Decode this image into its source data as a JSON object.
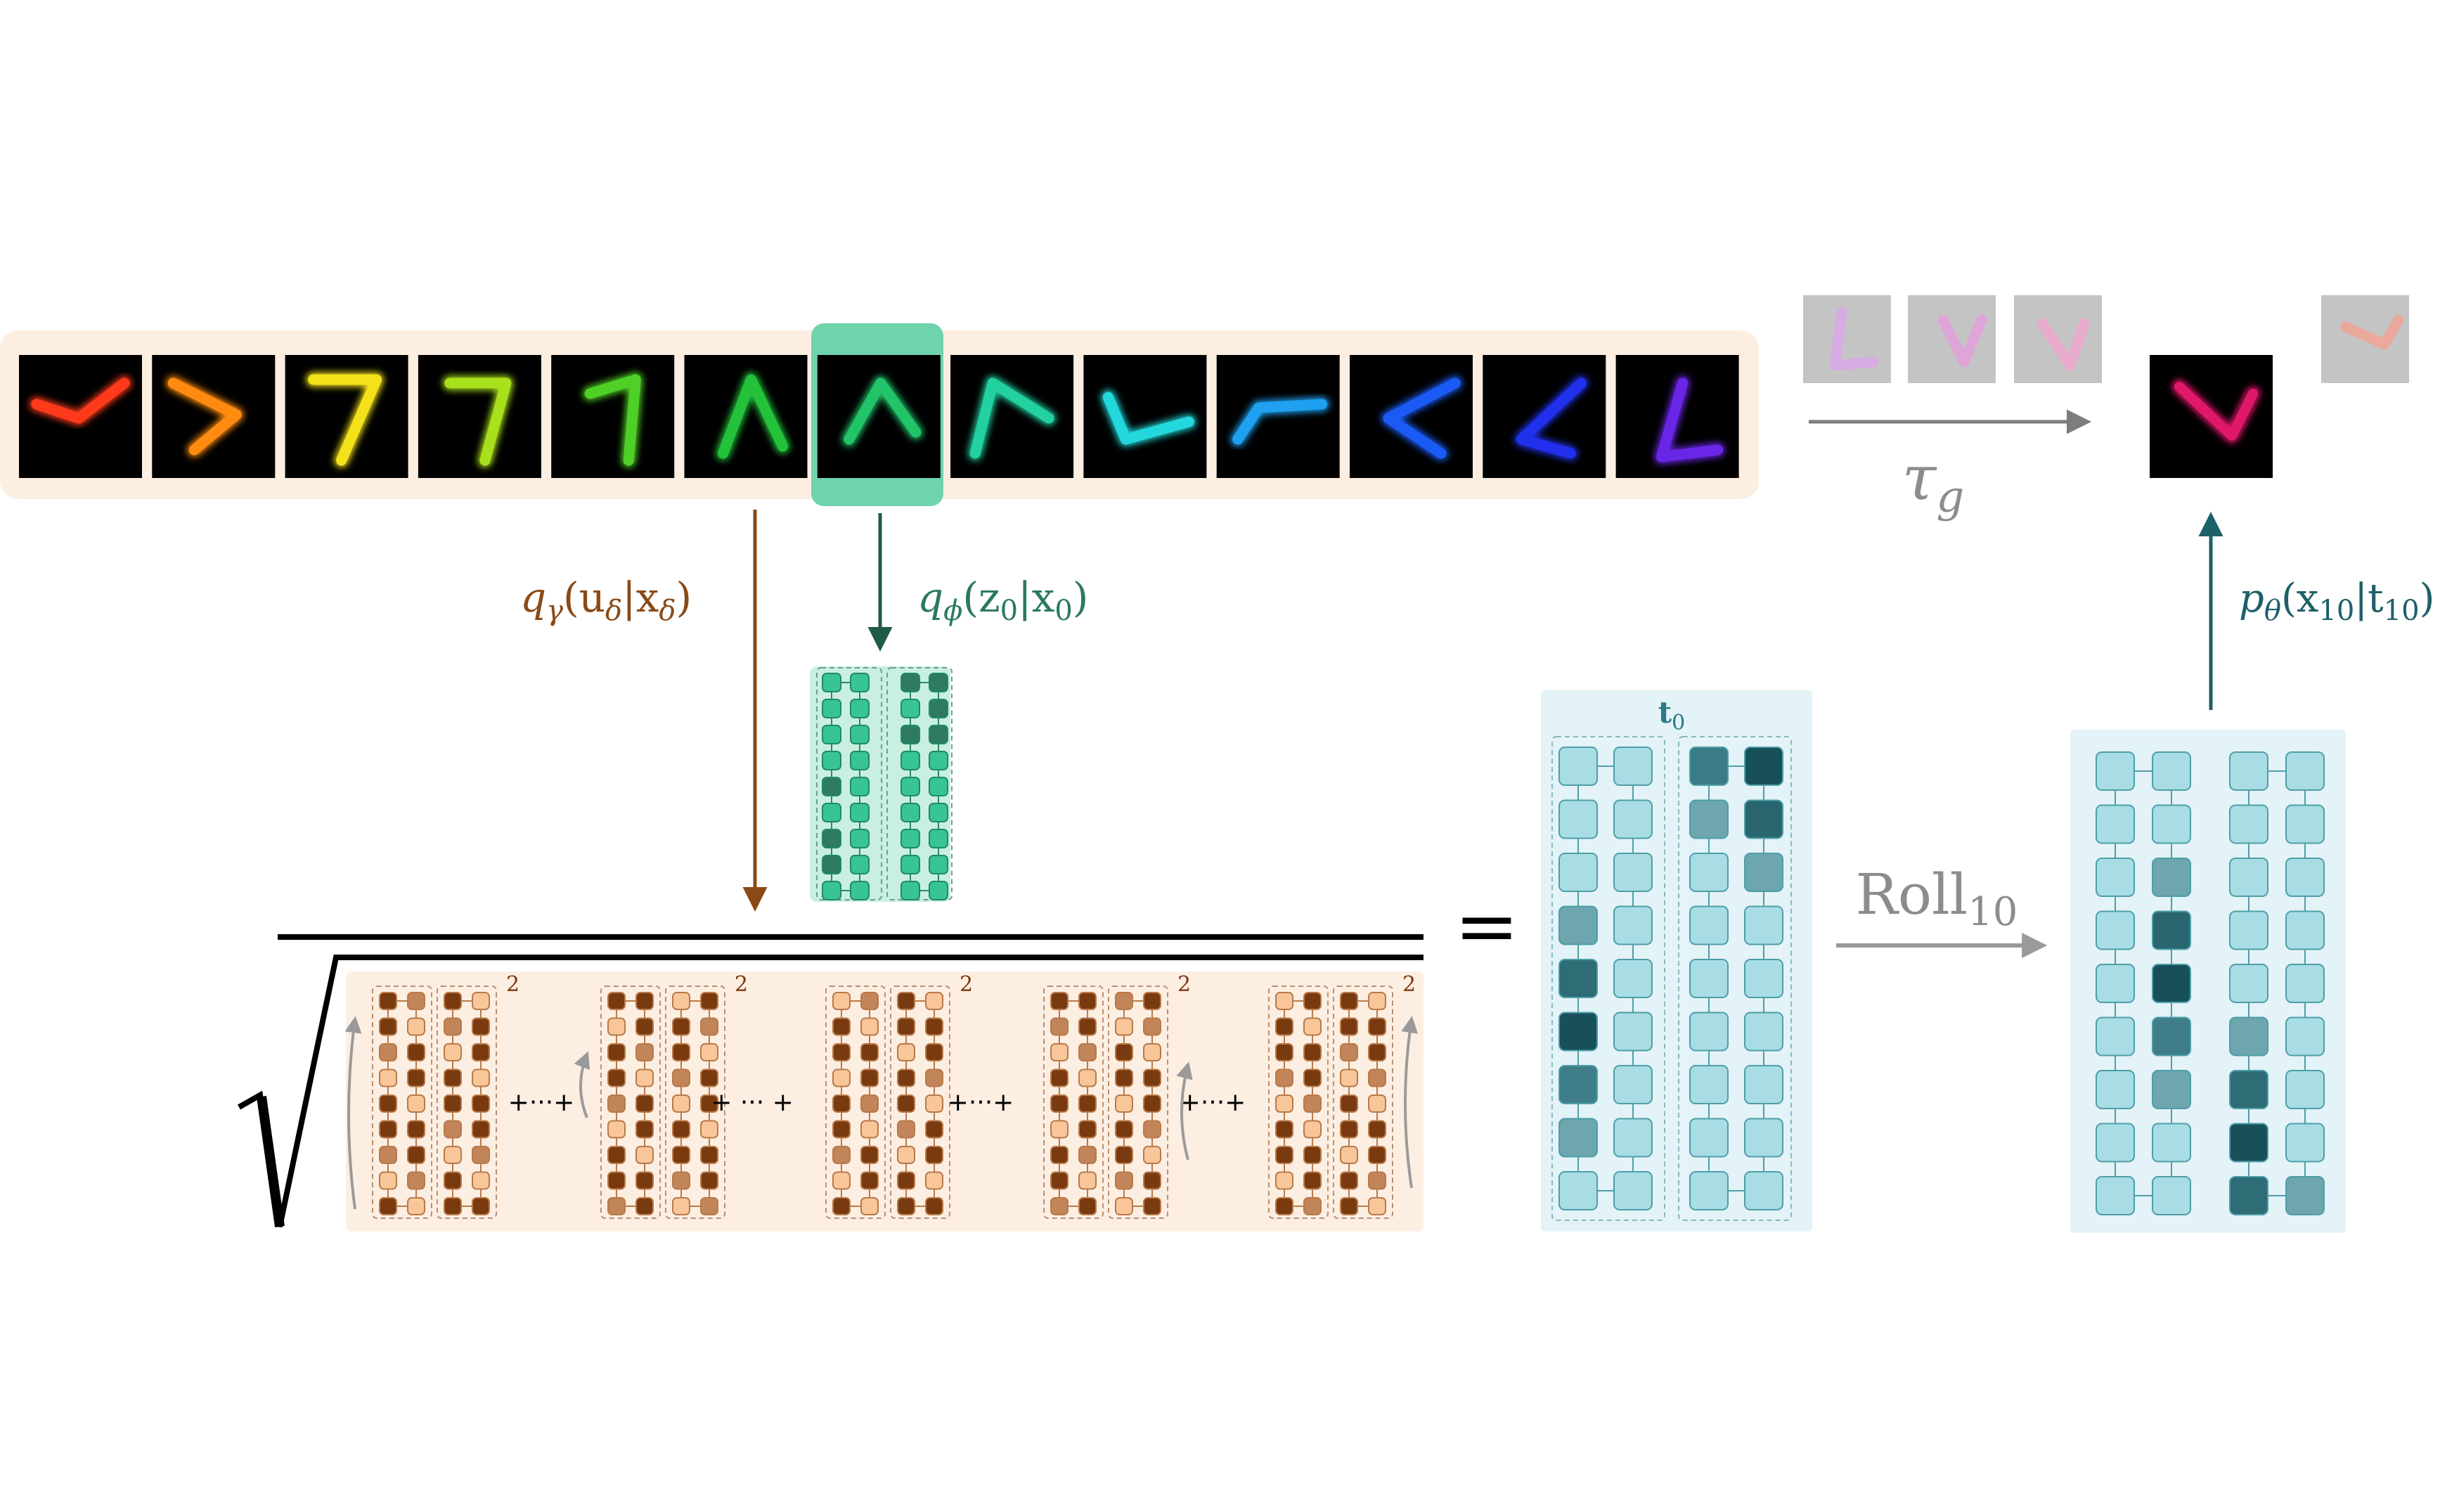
{
  "labels": {
    "tau": "τ",
    "tau_sub": "g",
    "q_gamma": "q",
    "q_gamma_sub": "γ",
    "q_gamma_args": "(u",
    "q_gamma_delta1": "δ",
    "q_gamma_mid": "|x",
    "q_gamma_delta2": "δ",
    "q_gamma_close": ")",
    "q_phi": "q",
    "q_phi_sub": "ϕ",
    "q_phi_args": "(z",
    "q_phi_zero1": "0",
    "q_phi_mid": "|x",
    "q_phi_zero2": "0",
    "q_phi_close": ")",
    "p_theta": "p",
    "p_theta_sub": "θ",
    "p_theta_args": "(x",
    "p_theta_ten1": "10",
    "p_theta_mid": "|t",
    "p_theta_ten2": "10",
    "p_theta_close": ")",
    "t0": "t",
    "t0_sub": "0",
    "roll": "Roll",
    "roll_sub": "10",
    "equals": "=",
    "square": "2",
    "plus_dots": "+···+",
    "plus_dots_spaced": "+ ··· +"
  },
  "colors": {
    "sequence_band": "#fdeee2",
    "green_highlight": "#6fd3ac",
    "green_dark": "#1f6b50",
    "brown": "#8a4a16",
    "teal_dark": "#1d6068",
    "teal_panel": "#e3f3f7",
    "teal_box": "#a8dde5",
    "orange_panel": "#fdeee2",
    "gray": "#8c8c8c"
  },
  "digit_colors": [
    "#ff3a1a",
    "#ff8c10",
    "#f3e21a",
    "#a8e01c",
    "#4fd027",
    "#23c23a",
    "#22c46a",
    "#22d0a0",
    "#22d8dc",
    "#1fa0f0",
    "#1a5bf5",
    "#2030ec",
    "#6a26e6"
  ],
  "ghost_colors": [
    "#d9a8e8",
    "#e2a2dc",
    "#eca8cf",
    "#f0a69a"
  ],
  "generated_digit_color": "#e0186a"
}
